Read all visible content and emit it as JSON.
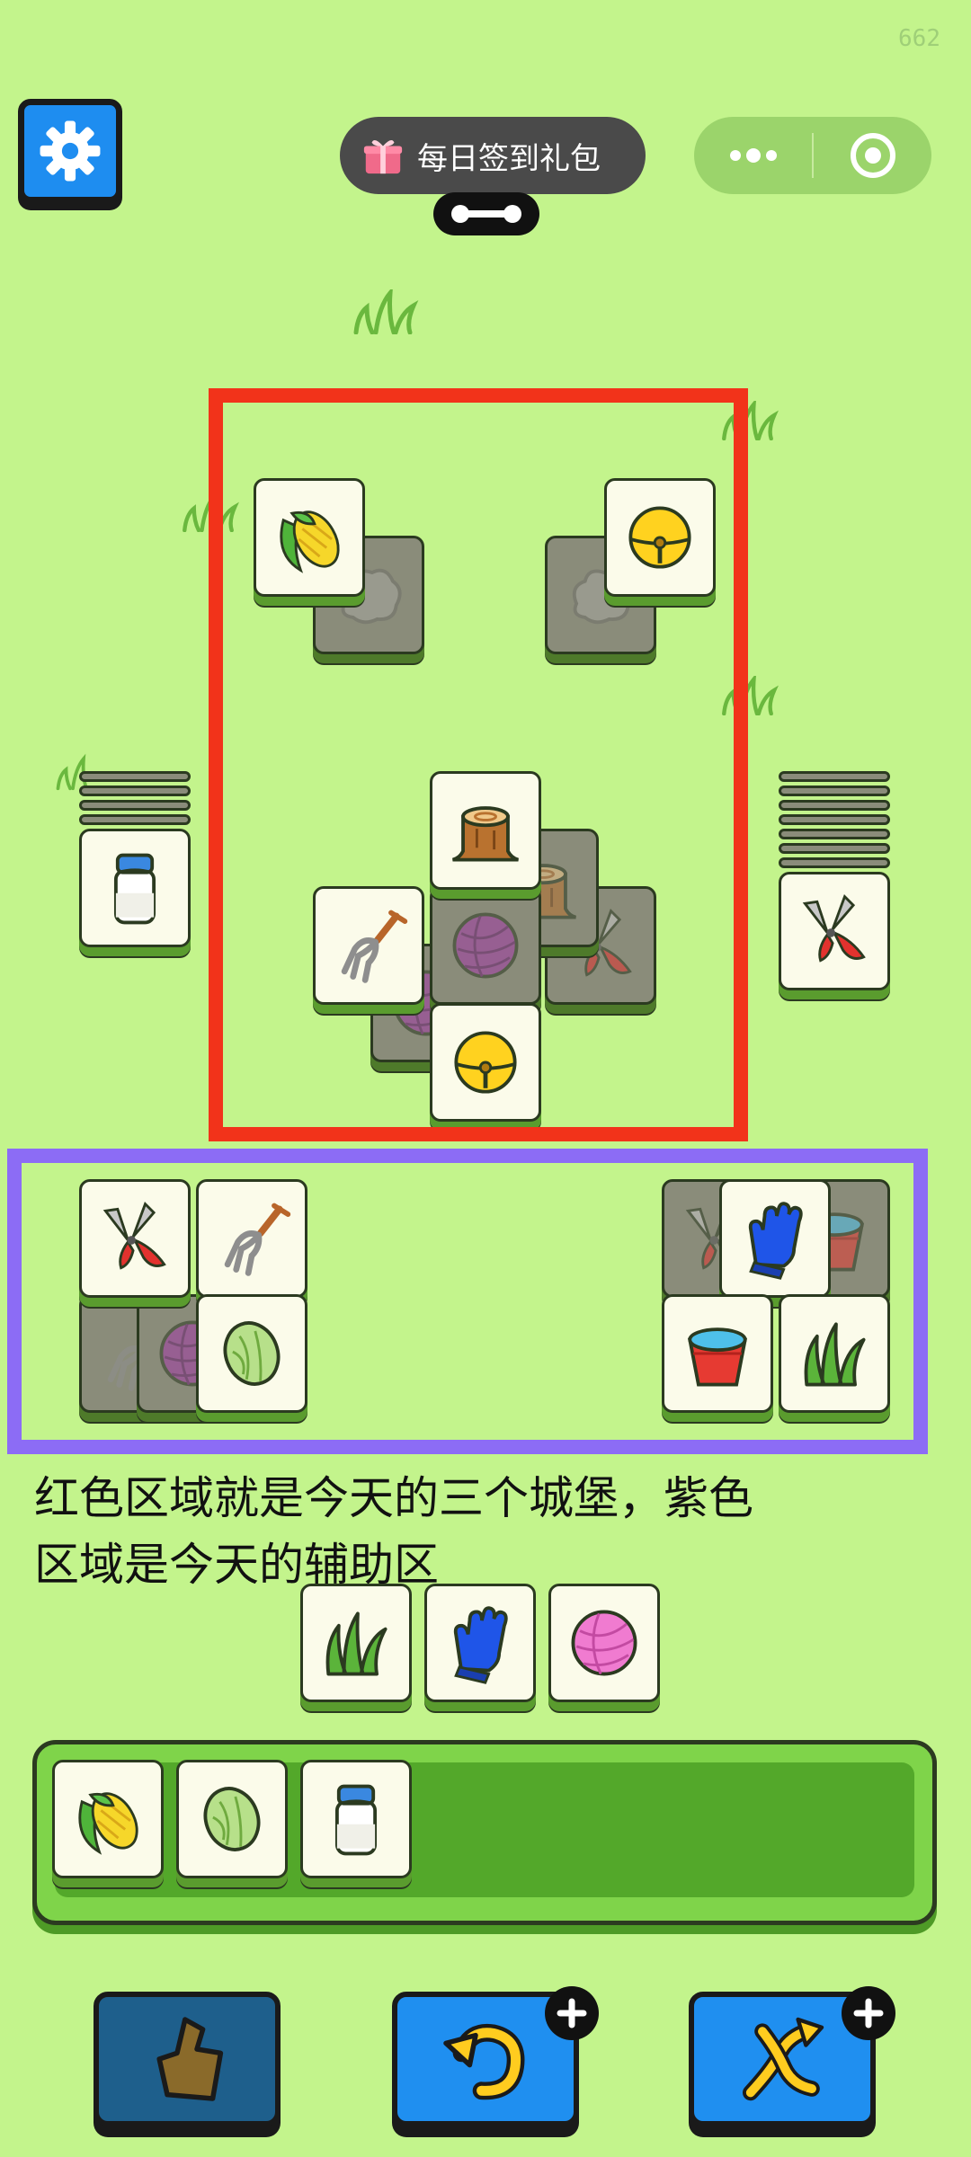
{
  "status": {
    "fps": "662"
  },
  "header": {
    "gift_label": "每日签到礼包",
    "icons": [
      "gear-icon",
      "gift-icon",
      "more-dots-icon",
      "close-target-icon"
    ]
  },
  "caption": {
    "line1": "红色区域就是今天的三个城堡，紫色",
    "line2": "区域是今天的辅助区"
  },
  "tiles": {
    "castle": [
      "corn",
      "rock",
      "bell",
      "rock",
      "stump",
      "stump",
      "fork",
      "yarn",
      "yarn",
      "pruner",
      "bell"
    ],
    "side_left": [
      "milk-bottle"
    ],
    "side_right": [
      "pruner"
    ],
    "helper": [
      "pruner",
      "fork",
      "fork",
      "yarn",
      "cabbage",
      "pruner",
      "glove",
      "bucket",
      "bucket",
      "grass"
    ],
    "staging": [
      "grass",
      "glove",
      "yarn"
    ],
    "tray": [
      "corn",
      "cabbage",
      "milk-bottle"
    ]
  },
  "colors": {
    "background": "#c3f48c",
    "red_highlight": "#f2331a",
    "purple_highlight": "#8c6cf5",
    "tool_blue": "#1f8ff0"
  },
  "tools": [
    "shift-out-icon",
    "undo-icon",
    "shuffle-icon"
  ]
}
